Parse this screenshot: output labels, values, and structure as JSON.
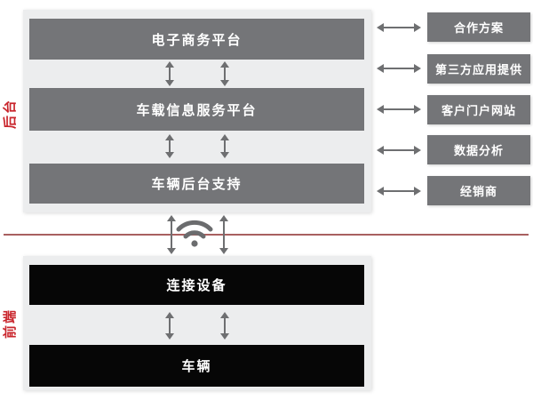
{
  "colors": {
    "accent_red": "#C9252C",
    "divider_red": "#A86060",
    "box_gray": "#747578",
    "panel_gray": "#ECEDEE",
    "box_black": "#060606",
    "arrow_gray": "#6E6F71"
  },
  "backend": {
    "section_label": "后台",
    "platforms": [
      {
        "label": "电子商务平台"
      },
      {
        "label": "车载信息服务平台"
      },
      {
        "label": "车辆后台支持"
      }
    ]
  },
  "partners": [
    {
      "label": "合作方案"
    },
    {
      "label": "第三方应用提供"
    },
    {
      "label": "客户门户网站"
    },
    {
      "label": "数据分析"
    },
    {
      "label": "经销商"
    }
  ],
  "frontend": {
    "section_label": "前端",
    "layers": [
      {
        "label": "连接设备"
      },
      {
        "label": "车辆"
      }
    ]
  },
  "icons": {
    "connectivity": "wifi-icon"
  }
}
